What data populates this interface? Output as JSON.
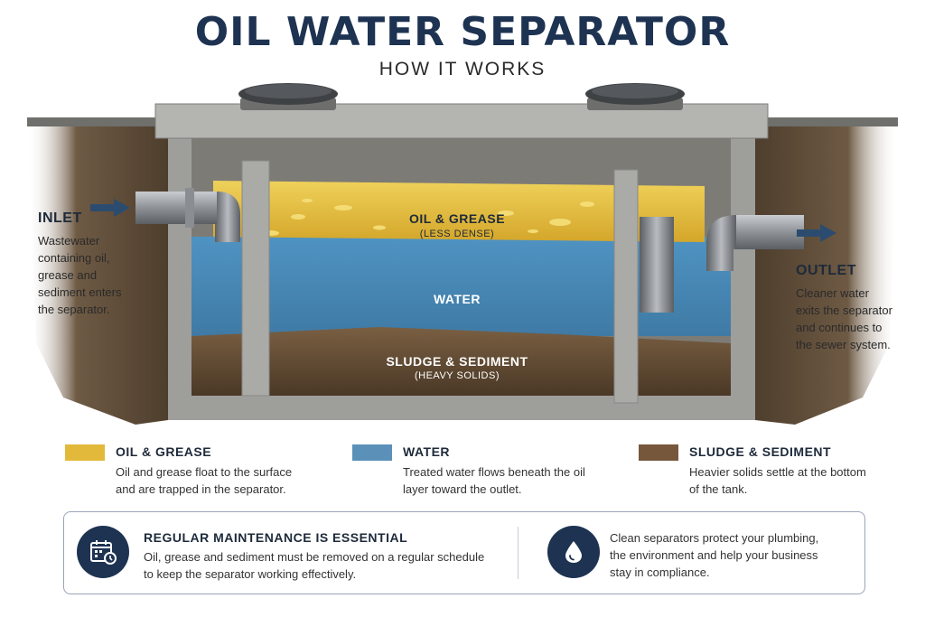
{
  "header": {
    "title": "OIL WATER SEPARATOR",
    "subtitle": "HOW IT WORKS"
  },
  "inlet": {
    "title": "INLET",
    "description": [
      "Wastewater",
      "containing oil,",
      "grease and",
      "sediment enters",
      "the separator."
    ]
  },
  "outlet": {
    "title": "OUTLET",
    "description": [
      "Cleaner water",
      "exits the separator",
      "and continues to",
      "the sewer system."
    ]
  },
  "layers": {
    "oil": {
      "label": "OIL & GREASE",
      "sub": "(LESS DENSE)"
    },
    "water": {
      "label": "WATER"
    },
    "sludge": {
      "label": "SLUDGE & SEDIMENT",
      "sub": "(HEAVY SOLIDS)"
    }
  },
  "legend": [
    {
      "title": "OIL & GREASE",
      "color": "#e2b93b",
      "description": [
        "Oil and grease float to the surface",
        "and are trapped in the separator."
      ]
    },
    {
      "title": "WATER",
      "color": "#5b91b8",
      "description": [
        "Treated water flows beneath the oil",
        "layer toward the outlet."
      ]
    },
    {
      "title": "SLUDGE & SEDIMENT",
      "color": "#76573b",
      "description": [
        "Heavier solids settle at the bottom",
        "of the tank."
      ]
    }
  ],
  "info": {
    "maintenance": {
      "icon": "calendar-clock-icon",
      "title": "REGULAR MAINTENANCE IS ESSENTIAL",
      "description": [
        "Oil, grease and sediment must be removed on a regular schedule",
        "to keep the separator working effectively."
      ]
    },
    "benefit": {
      "icon": "water-drop-icon",
      "description": [
        "Clean separators protect your plumbing,",
        "the environment and help your business",
        "stay in compliance."
      ]
    }
  },
  "colors": {
    "title": "#1e3352",
    "oil": "#e2b93b",
    "water": "#5b91b8",
    "sludge": "#76573b",
    "concrete": "#a9a9a6",
    "arrow": "#2b4c6f"
  }
}
